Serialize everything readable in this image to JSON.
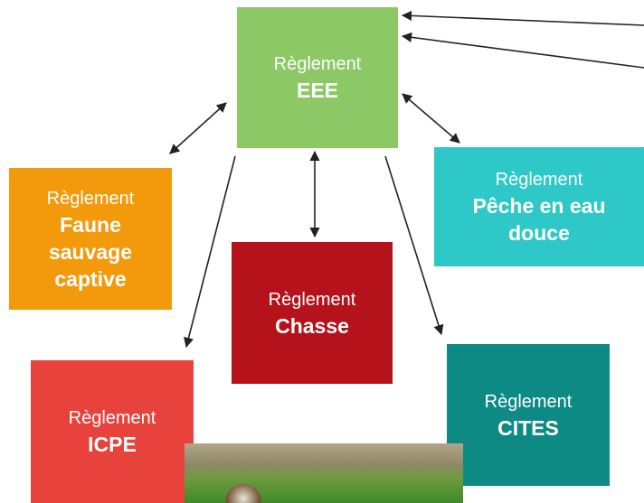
{
  "colors": {
    "eee": "#8cc865",
    "faune": "#f39a0c",
    "peche": "#2ec8c8",
    "chasse": "#b5121b",
    "icpe": "#e8423d",
    "cites": "#0e8a85",
    "arrow": "#222222"
  },
  "boxes": {
    "eee": {
      "pre": "Règlement",
      "name": "EEE"
    },
    "faune": {
      "pre": "Règlement",
      "name": "Faune sauvage captive"
    },
    "peche": {
      "pre": "Règlement",
      "name": "Pêche en eau douce"
    },
    "chasse": {
      "pre": "Règlement",
      "name": "Chasse"
    },
    "icpe": {
      "pre": "Règlement",
      "name": "ICPE"
    },
    "cites": {
      "pre": "Règlement",
      "name": "CITES"
    }
  },
  "links": [
    {
      "from": "eee",
      "to": "faune",
      "type": "bidirectional"
    },
    {
      "from": "eee",
      "to": "peche",
      "type": "bidirectional"
    },
    {
      "from": "eee",
      "to": "chasse",
      "type": "bidirectional"
    },
    {
      "from": "eee",
      "to": "icpe",
      "type": "directed"
    },
    {
      "from": "eee",
      "to": "cites",
      "type": "directed"
    },
    {
      "from": "off-canvas",
      "to": "eee",
      "type": "directed",
      "count": 2
    }
  ]
}
